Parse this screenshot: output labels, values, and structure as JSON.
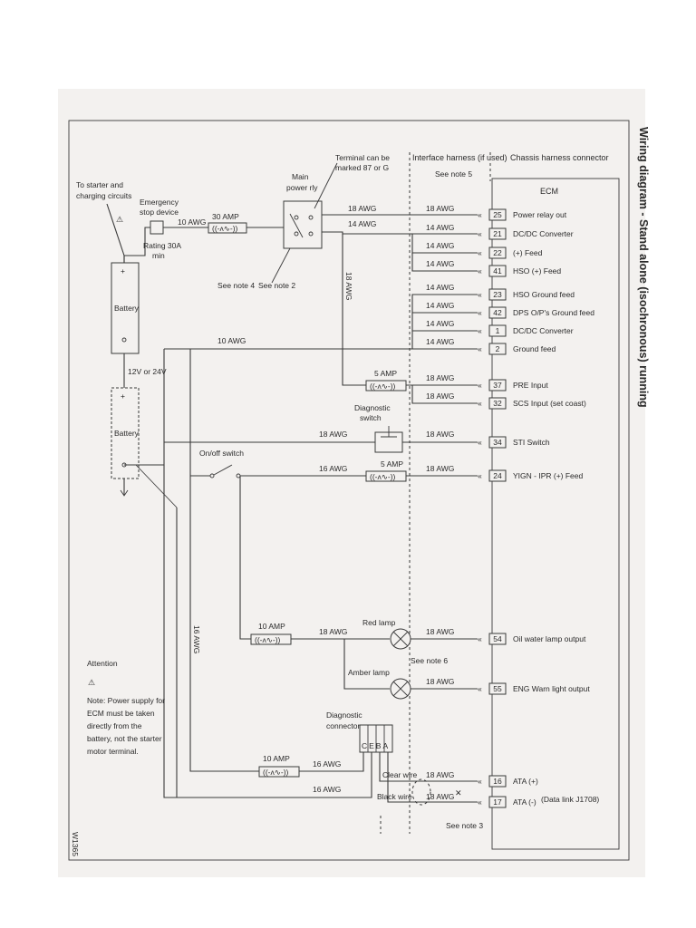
{
  "diagram": {
    "title": "Wiring diagram - Stand alone (isochronous) running",
    "corner_code": "W1365",
    "header": {
      "interface_harness": "Interface harness (if used)",
      "see_note_5": "See note 5",
      "chassis_connector": "Chassis harness connector",
      "ecm": "ECM"
    },
    "components": {
      "starter": [
        "To starter and",
        "charging circuits"
      ],
      "estop": [
        "Emergency",
        "stop device"
      ],
      "estop_rating": [
        "Rating 30A",
        "min"
      ],
      "fuse_30": "30 AMP",
      "see_note_4": "See note 4",
      "main_relay": [
        "Main",
        "power rly"
      ],
      "see_note_2": "See note 2",
      "terminal_note": [
        "Terminal can be",
        "marked 87 or G"
      ],
      "battery_top": "Battery",
      "battery_bottom": "Battery",
      "voltage": "12V or 24V",
      "fuse_5a_1": "5 AMP",
      "diag_switch": [
        "Diagnostic",
        "switch"
      ],
      "onoff_switch": "On/off switch",
      "fuse_5a_2": "5 AMP",
      "fuse_10a_1": "10 AMP",
      "red_lamp": "Red lamp",
      "see_note_6": "See note 6",
      "amber_lamp": "Amber lamp",
      "diag_connector": [
        "Diagnostic",
        "connector"
      ],
      "conn_letters": "CEBA",
      "fuse_10a_2": "10 AMP",
      "clear_wire": "Clear wire",
      "black_wire": "Black wire",
      "see_note_3": "See note 3",
      "data_link": "(Data link J1708)",
      "sixteen_awg_vertical": "16 AWG",
      "eighteen_awg_vertical": "18 AWG"
    },
    "attention": {
      "heading": "Attention",
      "lines": [
        "Note: Power supply for",
        "ECM must be taken",
        "directly from the",
        "battery, not the starter",
        "motor terminal."
      ]
    },
    "gauges": {
      "g10": "10 AWG",
      "g14": "14 AWG",
      "g16": "16 AWG",
      "g18": "18 AWG"
    },
    "ecm_pins": [
      {
        "pin": "25",
        "label": "Power relay out"
      },
      {
        "pin": "21",
        "label": "DC/DC Converter"
      },
      {
        "pin": "22",
        "label": "(+) Feed"
      },
      {
        "pin": "41",
        "label": "HSO (+) Feed"
      },
      {
        "pin": "23",
        "label": "HSO Ground feed"
      },
      {
        "pin": "42",
        "label": "DPS O/P's Ground feed"
      },
      {
        "pin": "1",
        "label": "DC/DC Converter"
      },
      {
        "pin": "2",
        "label": "Ground feed"
      },
      {
        "pin": "37",
        "label": "PRE Input"
      },
      {
        "pin": "32",
        "label": "SCS Input (set coast)"
      },
      {
        "pin": "34",
        "label": "STI Switch"
      },
      {
        "pin": "24",
        "label": "YIGN - IPR (+) Feed"
      },
      {
        "pin": "54",
        "label": "Oil water lamp output"
      },
      {
        "pin": "55",
        "label": "ENG Warn light output"
      },
      {
        "pin": "16",
        "label": "ATA (+)"
      },
      {
        "pin": "17",
        "label": "ATA (-)"
      }
    ]
  }
}
